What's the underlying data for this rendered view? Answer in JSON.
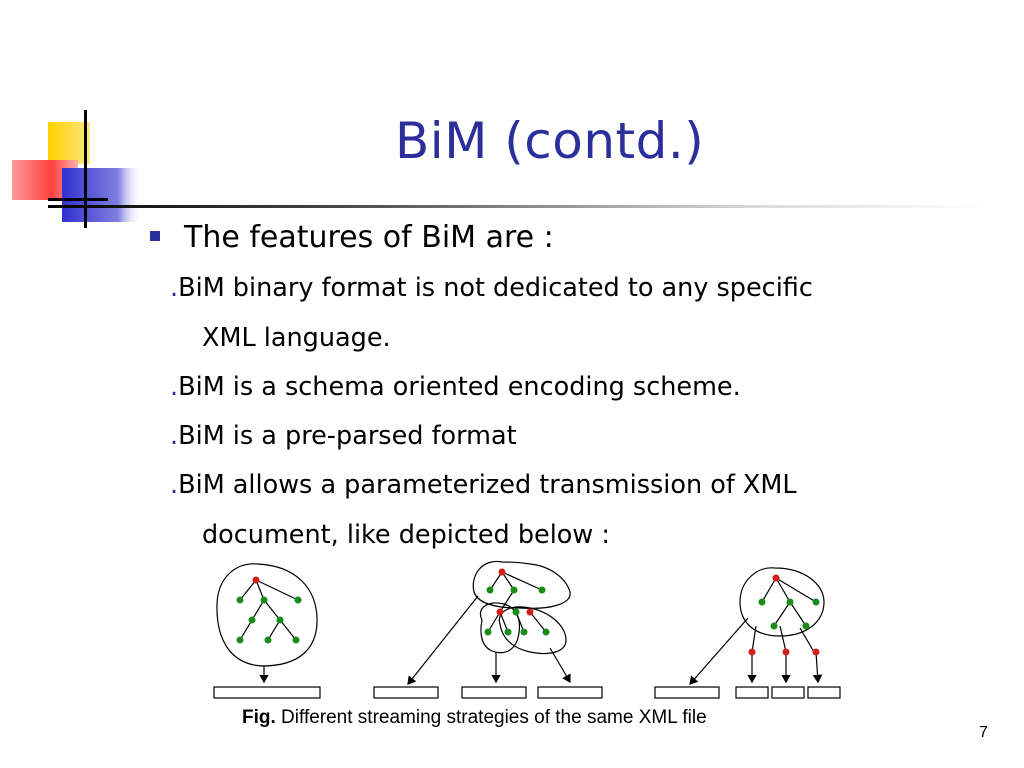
{
  "slide": {
    "title": "BiM (contd.)",
    "main_bullet": "The features of BiM are :",
    "sub_items": [
      {
        "marker": ".",
        "text": "BiM binary format is not dedicated to any specific",
        "continuation": "XML language."
      },
      {
        "marker": ".",
        "text": "BiM is a schema oriented encoding scheme."
      },
      {
        "marker": ".",
        "text": "BiM is a pre-parsed format"
      },
      {
        "marker": ".",
        "text": "BiM allows a parameterized transmission of XML",
        "continuation": "document, like depicted below :"
      }
    ],
    "caption_bold": "Fig.",
    "caption_text": " Different streaming strategies of the same XML file",
    "page_number": "7"
  },
  "colors": {
    "title": "#2b2f9c",
    "bullet": "#2b2f9c",
    "deco_yellow": "#ffd200",
    "deco_red": "#ff4040",
    "deco_blue": "#3030d0",
    "node_red": "#d0201a",
    "node_green": "#1a8c1a"
  }
}
